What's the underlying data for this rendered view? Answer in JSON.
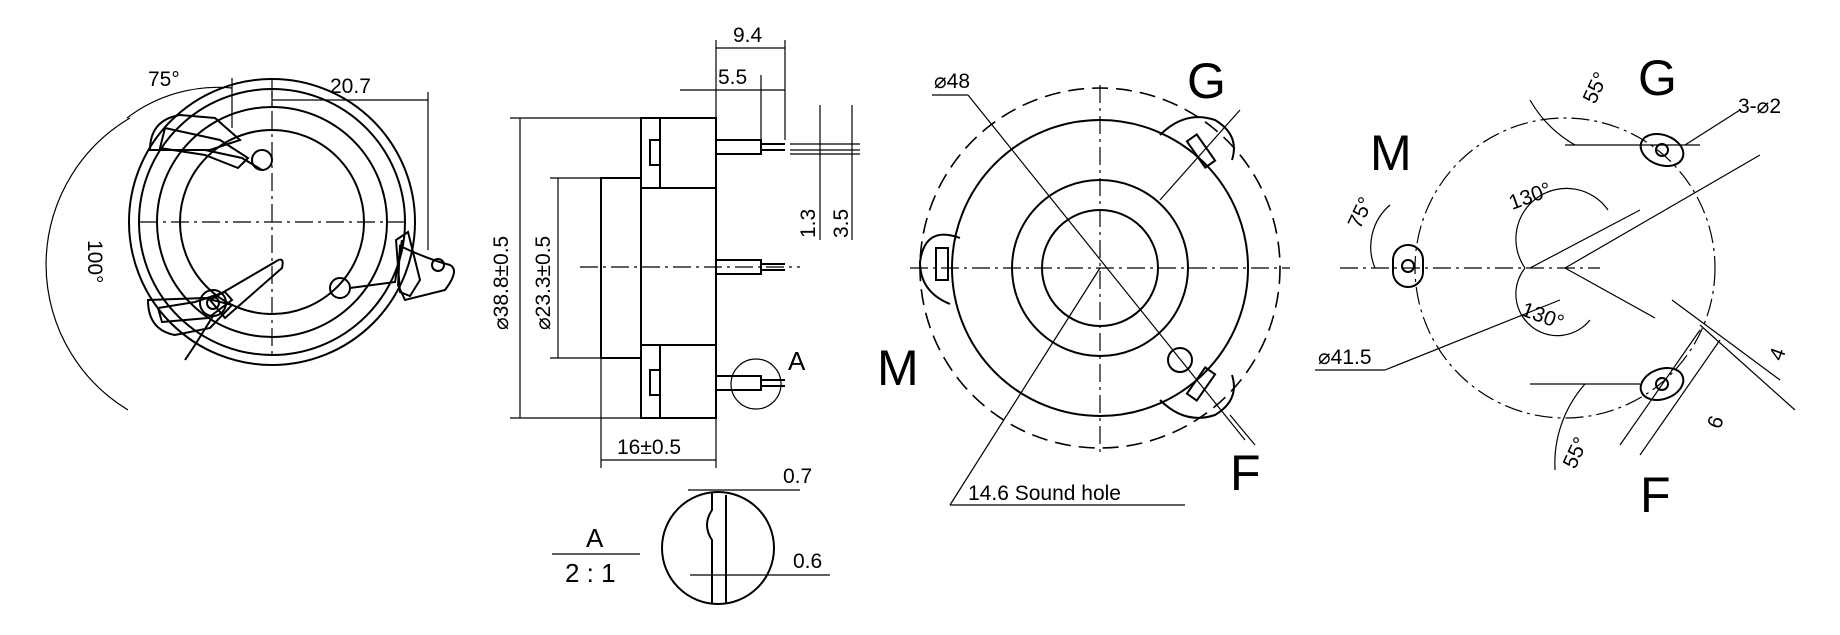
{
  "view_left": {
    "dim_angle_top": "75°",
    "dim_width": "20.7",
    "dim_angle_side": "100°"
  },
  "view_side": {
    "dim_top_outer": "9.4",
    "dim_top_inner": "5.5",
    "dim_outer_diameter": "⌀38.8±0.5",
    "dim_inner_diameter": "⌀23.3±0.5",
    "dim_pin_a": "1.3",
    "dim_pin_b": "3.5",
    "dim_height": "16±0.5",
    "detail_callout": "A"
  },
  "detail_a": {
    "label": "A",
    "scale": "2 : 1",
    "dim_upper": "0.7",
    "dim_lower": "0.6"
  },
  "view_front": {
    "dim_diameter": "⌀48",
    "sound_hole": "14.6  Sound hole",
    "label_g": "G",
    "label_m": "M",
    "label_f": "F"
  },
  "view_pattern": {
    "label_g": "G",
    "label_m": "M",
    "label_f": "F",
    "hole_spec": "3-⌀2",
    "angle_top": "55°",
    "angle_left": "75°",
    "angle_upper": "130°",
    "angle_lower": "130°",
    "angle_bottom": "55°",
    "pitch_diameter": "⌀41.5",
    "slot_width": "4",
    "slot_length": "6"
  }
}
